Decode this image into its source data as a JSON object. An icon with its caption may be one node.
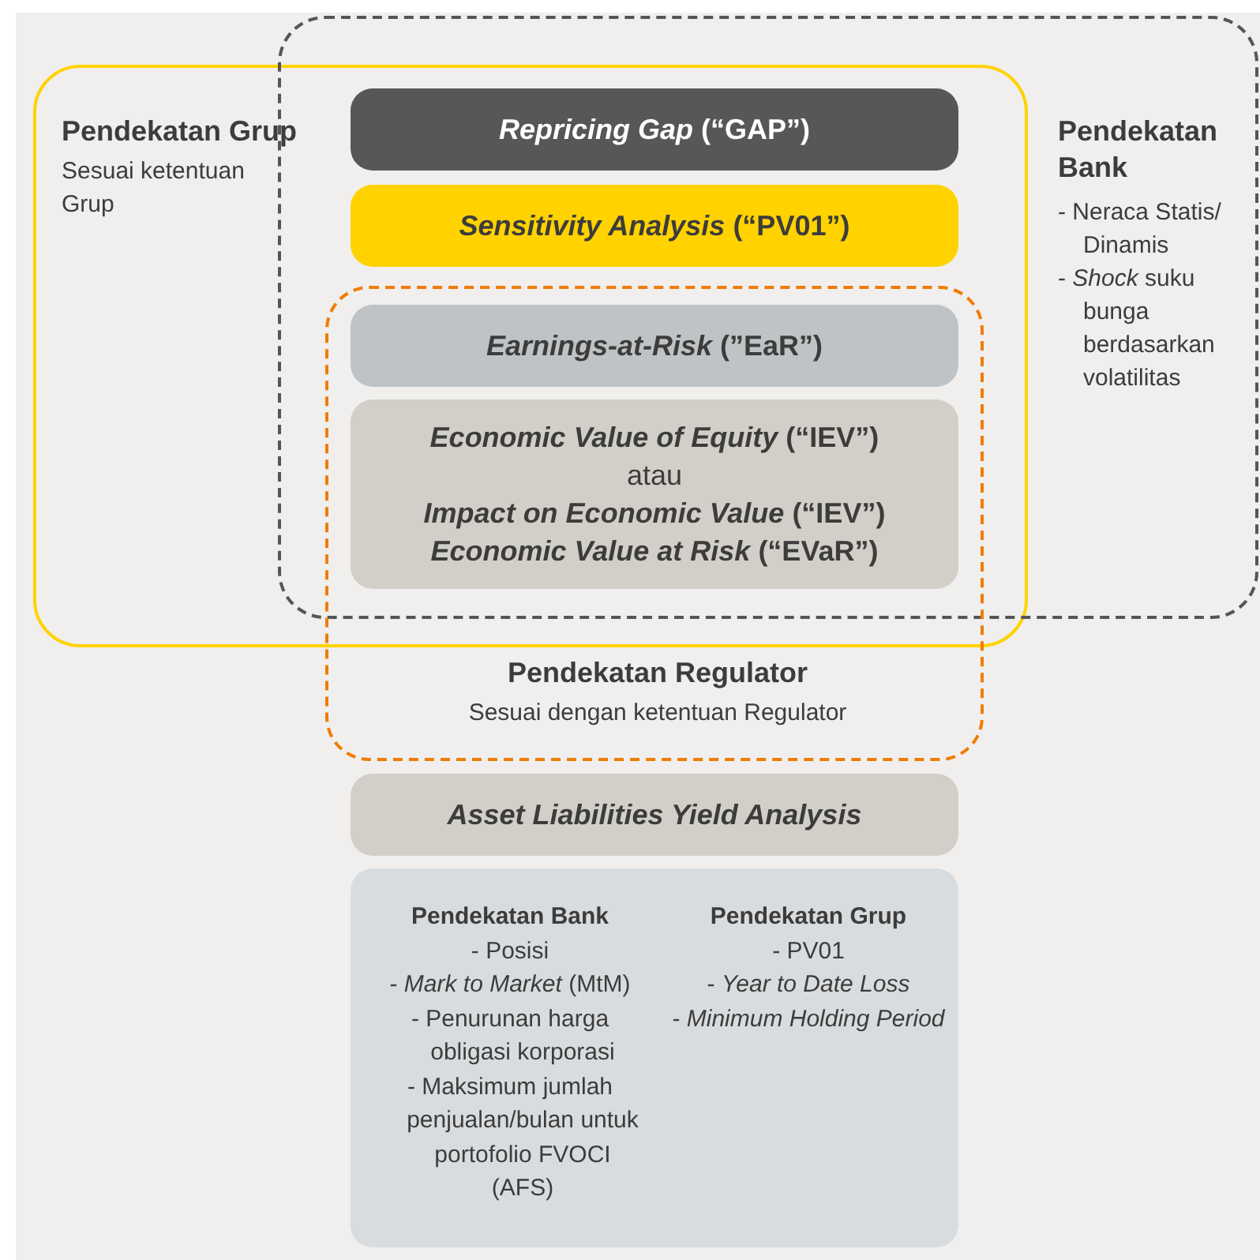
{
  "diagram": {
    "nodes": [
      {
        "text": [
          "Pendekatan Grup",
          "Sesuai ketentuan Grup"
        ]
      },
      {
        "text": [
          "Pendekatan Bank",
          "- Neraca Statis/ Dinamis",
          "- *Shock* suku bunga berdasarkan volatilitas"
        ]
      },
      {
        "text": [
          "Pendekatan Regulator",
          "Sesuai dengan ketentuan Regulator"
        ]
      },
      {
        "text": [
          "*Repricing Gap* (“GAP”)"
        ]
      },
      {
        "text": [
          "*Sensitivity Analysis* (“PV01”)"
        ]
      },
      {
        "text": [
          "*Earnings-at-Risk* (”EaR”)"
        ]
      },
      {
        "text": [
          "*Economic Value of Equity* (“IEV”)",
          "atau",
          "*Impact on Economic Value* (“IEV”)",
          "*Economic Value at Risk* (“EVaR”)"
        ]
      },
      {
        "text": [
          "Asset Liabilities Yield Analysis"
        ]
      },
      {
        "text": [
          "Pendekatan Bank",
          "- Posisi",
          "- *Mark to Market* (MtM)",
          "- Penurunan harga obligasi korporasi",
          "- Maksimum jumlah penjualan/bulan untuk portofolio FVOCI (AFS)",
          "Pendekatan Grup",
          "- PV01",
          "- *Year to Date Loss*",
          "- *Minimum Holding Period*"
        ]
      }
    ],
    "edges": []
  }
}
